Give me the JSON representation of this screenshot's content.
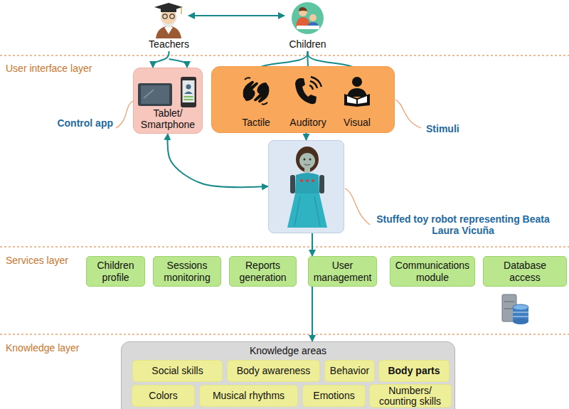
{
  "diagram": {
    "nodes": [
      {
        "text": [
          "Teachers"
        ]
      },
      {
        "text": [
          "Children"
        ]
      },
      {
        "text": [
          "Tablet/ Smartphone",
          "Control app"
        ]
      },
      {
        "text": [
          "Stimuli"
        ]
      },
      {
        "text": [
          "Tactile"
        ],
        "in": 3
      },
      {
        "text": [
          "Auditory"
        ],
        "in": 3
      },
      {
        "text": [
          "Visual"
        ],
        "in": 3
      },
      {
        "text": [
          "Stuffed toy robot representing Beata Laura Vicuña"
        ]
      },
      {
        "text": [
          "Children profile"
        ]
      },
      {
        "text": [
          "Sessions monitoring"
        ]
      },
      {
        "text": [
          "Reports generation"
        ]
      },
      {
        "text": [
          "User management"
        ]
      },
      {
        "text": [
          "Communications module"
        ]
      },
      {
        "text": [
          "Database access"
        ]
      },
      {
        "text": [
          "Knowledge areas"
        ]
      },
      {
        "text": [
          "Social skills"
        ],
        "in": 14
      },
      {
        "text": [
          "Body awareness"
        ],
        "in": 14
      },
      {
        "text": [
          "Behavior"
        ],
        "in": 14
      },
      {
        "text": [
          "Body parts"
        ],
        "in": 14
      },
      {
        "text": [
          "Colors"
        ],
        "in": 14
      },
      {
        "text": [
          "Musical rhythms"
        ],
        "in": 14
      },
      {
        "text": [
          "Emotions"
        ],
        "in": 14
      },
      {
        "text": [
          "Numbers/ counting skills"
        ],
        "in": 14
      }
    ],
    "edges": [
      {
        "from": 0,
        "to": 1,
        "arrow": "both"
      },
      {
        "from": 0,
        "to": 2,
        "arrow": "to"
      },
      {
        "from": 1,
        "to": 4,
        "arrow": "to"
      },
      {
        "from": 1,
        "to": 5,
        "arrow": "to"
      },
      {
        "from": 1,
        "to": 6,
        "arrow": "to"
      },
      {
        "from": 3,
        "to": 7,
        "arrow": "to"
      },
      {
        "from": 2,
        "to": 7,
        "arrow": "both"
      },
      {
        "from": 7,
        "to": 11,
        "arrow": "to"
      },
      {
        "from": 11,
        "to": 14,
        "arrow": "to"
      }
    ],
    "labels": [
      "User interface layer",
      "Services layer",
      "Knowledge layer"
    ]
  }
}
